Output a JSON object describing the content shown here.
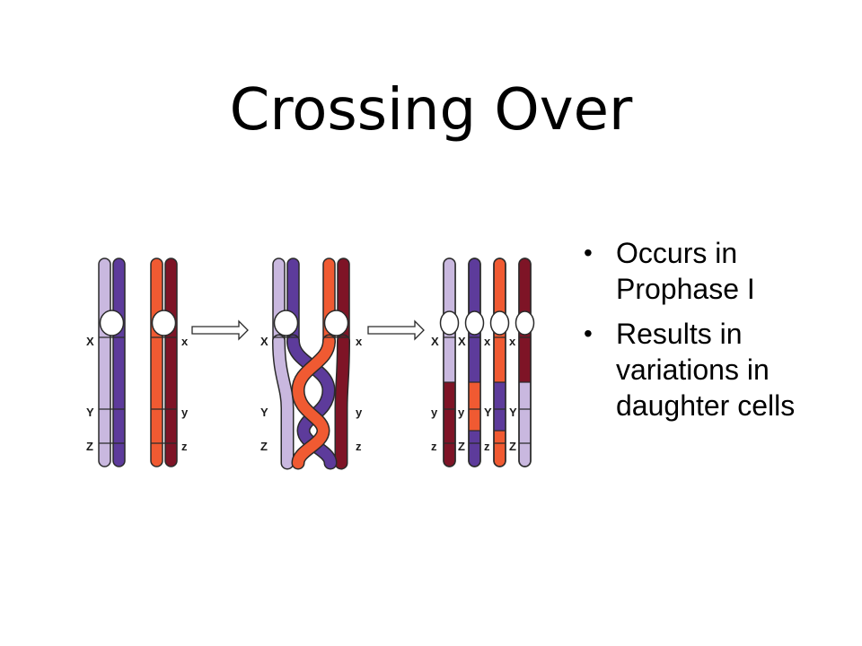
{
  "title": "Crossing Over",
  "bullets": [
    {
      "text": "Occurs in Prophase I"
    },
    {
      "text": "Results in variations in daughter cells"
    }
  ],
  "diagram": {
    "gene_labels": {
      "stage1": {
        "left": [
          "X",
          "Y",
          "Z"
        ],
        "right": [
          "x",
          "y",
          "z"
        ]
      },
      "stage2": {
        "left": [
          "X",
          "Y",
          "Z"
        ],
        "right": [
          "x",
          "y",
          "z"
        ]
      },
      "stage3": {
        "row_x": [
          "X",
          "X",
          "x",
          "x"
        ],
        "row_y": [
          "y",
          "y",
          "Y",
          "Y"
        ],
        "row_z": [
          "z",
          "Z",
          "z",
          "Z"
        ]
      }
    },
    "colors": {
      "light_purple": "#c9b8df",
      "dark_purple": "#5d3b9b",
      "orange": "#f05a32",
      "dark_red": "#7e1426",
      "outline": "#2a2a2a"
    },
    "icons": [
      "right-arrow-icon",
      "right-arrow-icon"
    ]
  }
}
